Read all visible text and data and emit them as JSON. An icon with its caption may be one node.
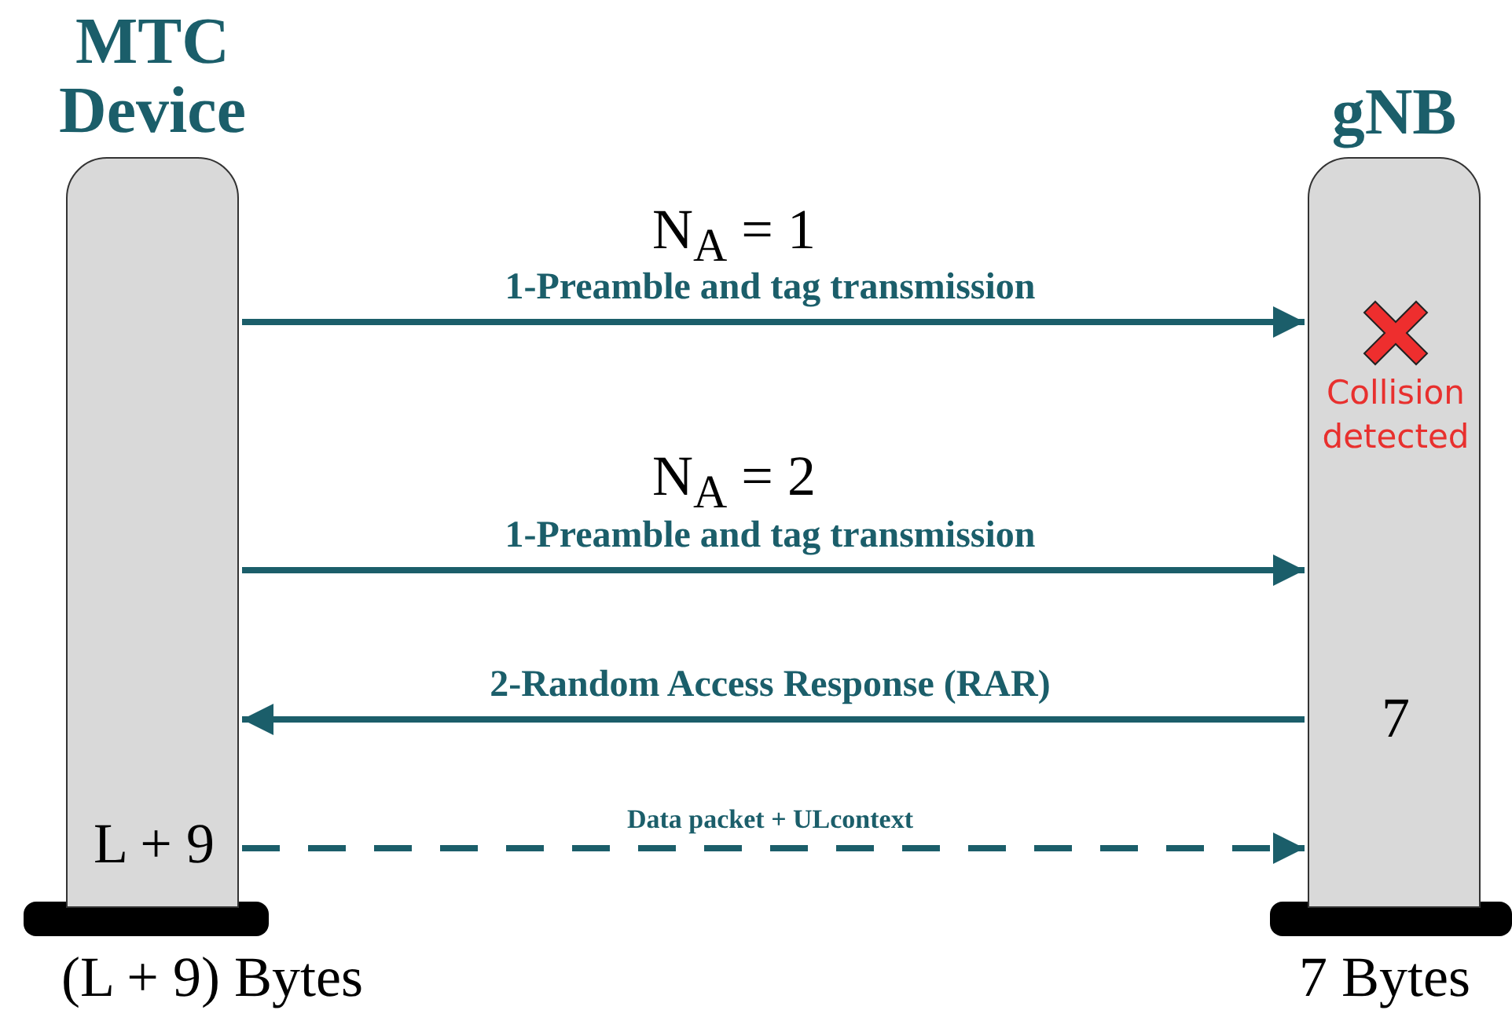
{
  "diagram": {
    "nodes": [
      {
        "text": [
          "MTC Device",
          "L + 9"
        ],
        "beside": [
          "(L + 9) Bytes"
        ]
      },
      {
        "text": [
          "gNB",
          "Collision detected",
          "7"
        ],
        "beside": [
          "7 Bytes"
        ]
      },
      {
        "text": [],
        "shape": "bar"
      },
      {
        "text": [],
        "shape": "bar"
      }
    ],
    "edges": [
      {
        "from": 0,
        "to": 1,
        "arrow": "to",
        "label": "1-Preamble and tag transmission"
      },
      {
        "from": 0,
        "to": 1,
        "arrow": "to",
        "label": "1-Preamble and tag transmission"
      },
      {
        "from": 1,
        "to": 0,
        "arrow": "to",
        "label": "2-Random Access Response (RAR)"
      },
      {
        "from": 0,
        "to": 1,
        "arrow": "to",
        "label": "Data packet + ULcontext",
        "style": "dashed"
      }
    ],
    "labels": [
      "N$_{A}$ = 1",
      "N$_{A}$ = 2"
    ]
  }
}
